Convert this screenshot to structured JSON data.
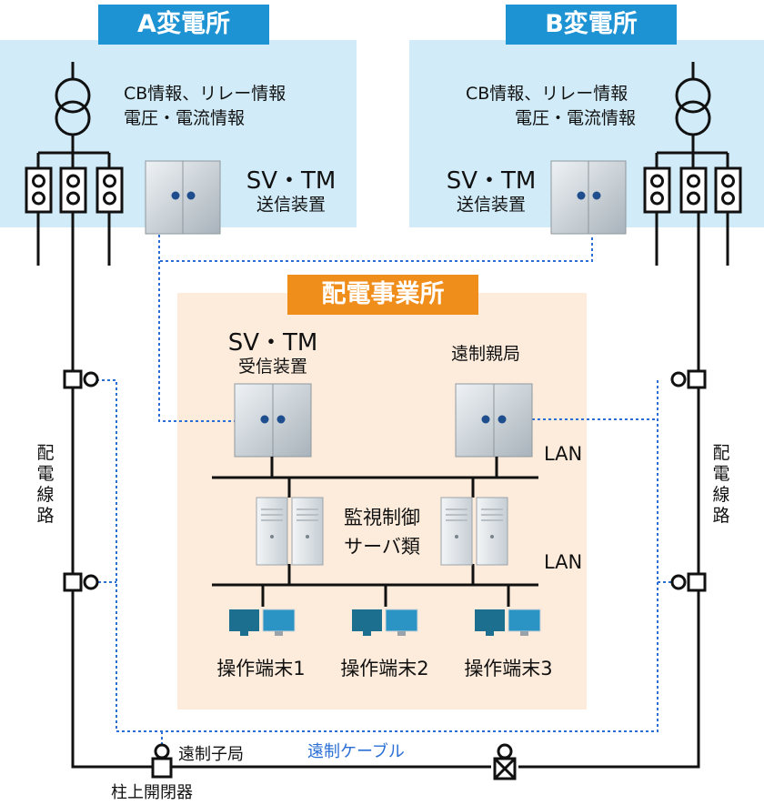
{
  "colors": {
    "substation_bg": "#d1ecf8",
    "substation_badge": "#1e93d3",
    "office_bg": "#fdecdc",
    "office_badge": "#f08e1c",
    "cable": "#2a6fd6",
    "line": "#111111"
  },
  "substation_a": {
    "title": "A変電所",
    "info_line1": "CB情報、リレー情報",
    "info_line2": "電圧・電流情報",
    "device_line1": "SV・TM",
    "device_line2": "送信装置"
  },
  "substation_b": {
    "title": "B変電所",
    "info_line1": "CB情報、リレー情報",
    "info_line2": "電圧・電流情報",
    "device_line1": "SV・TM",
    "device_line2": "送信装置"
  },
  "office": {
    "title": "配電事業所",
    "receiver_line1": "SV・TM",
    "receiver_line2": "受信装置",
    "remote_master": "遠制親局",
    "lan_top": "LAN",
    "lan_bottom": "LAN",
    "servers_line1": "監視制御",
    "servers_line2": "サーバ類",
    "terminals": [
      "操作端末1",
      "操作端末2",
      "操作端末3"
    ]
  },
  "lines": {
    "distribution_left": "配電線路",
    "distribution_right": "配電線路",
    "remote_slave": "遠制子局",
    "remote_cable": "遠制ケーブル",
    "pole_switch": "柱上開閉器"
  },
  "icons": {
    "transformer": "transformer-icon",
    "relay": "relay-icon",
    "cabinet": "cabinet-icon",
    "server": "server-icon",
    "monitor": "monitor-icon",
    "switch": "switch-icon"
  }
}
